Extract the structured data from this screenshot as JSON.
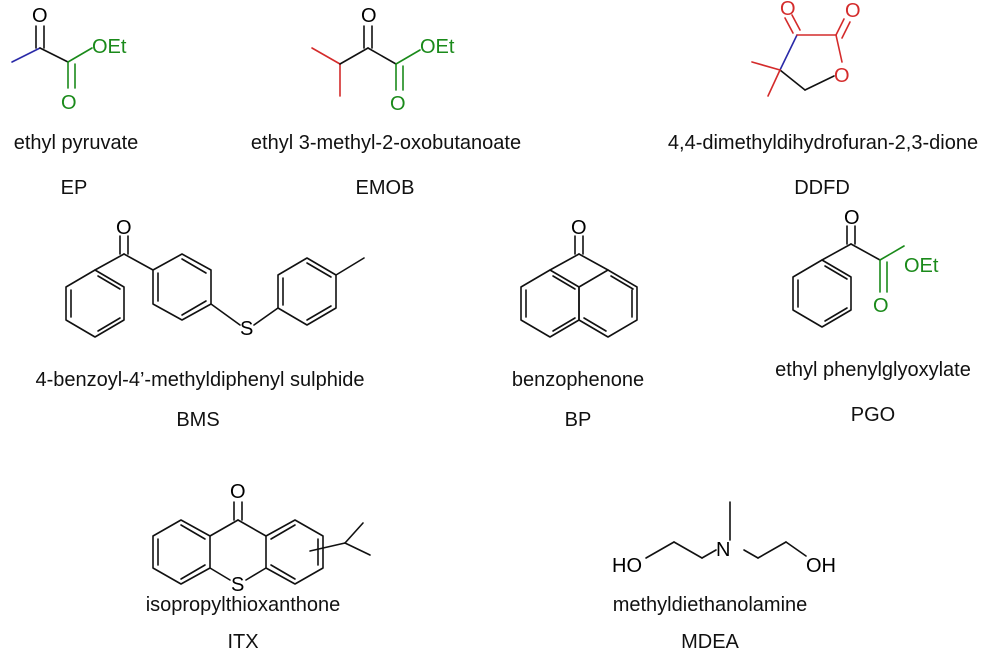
{
  "colors": {
    "ink": "#111111",
    "ester_green": "#1a8a1a",
    "blue_bond": "#2a2aa8",
    "red_bond": "#d42b2b"
  },
  "atoms": {
    "oxygen": "O",
    "oet": "OEt",
    "sulfur": "S",
    "nitrogen": "N",
    "hydroxyl_left": "HO",
    "hydroxyl_right": "OH"
  },
  "compounds": [
    {
      "name": "ethyl pyruvate",
      "abbr": "EP"
    },
    {
      "name": "ethyl 3-methyl-2-oxobutanoate",
      "abbr": "EMOB"
    },
    {
      "name": "4,4-dimethyldihydrofuran-2,3-dione",
      "abbr": "DDFD"
    },
    {
      "name": "4-benzoyl-4’-methyldiphenyl sulphide",
      "abbr": "BMS"
    },
    {
      "name": "benzophenone",
      "abbr": "BP"
    },
    {
      "name": "ethyl phenylglyoxylate",
      "abbr": "PGO"
    },
    {
      "name": "isopropylthioxanthone",
      "abbr": "ITX"
    },
    {
      "name": "methyldiethanolamine",
      "abbr": "MDEA"
    }
  ]
}
